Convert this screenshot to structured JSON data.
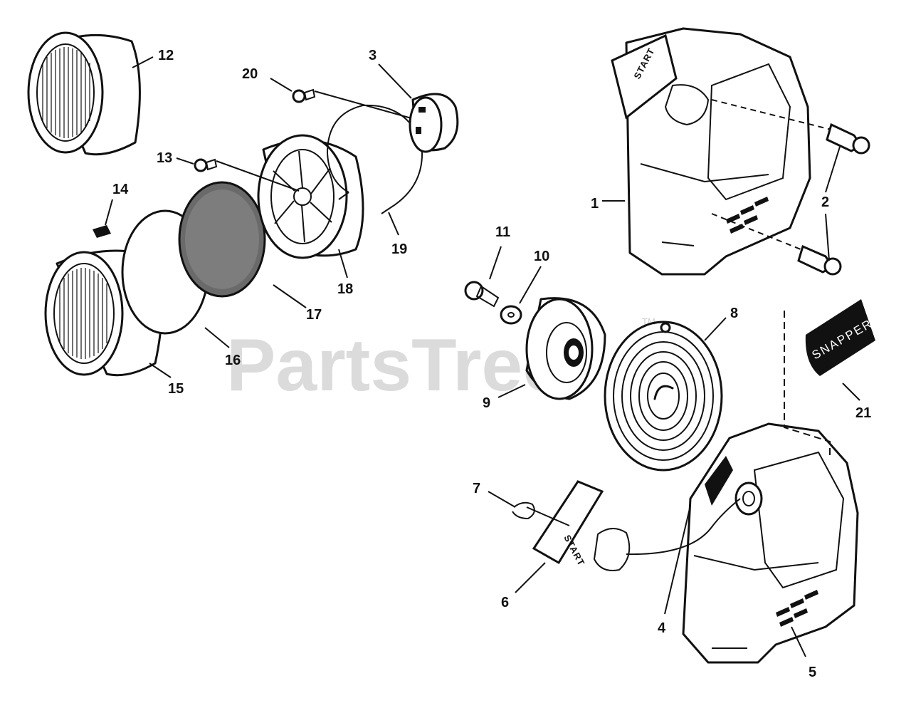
{
  "watermark": {
    "text": "PartsTree",
    "trademark": "TM"
  },
  "decals": {
    "start_text": "START",
    "brand_text": "SNAPPER"
  },
  "callouts": [
    {
      "id": "1",
      "text": "1"
    },
    {
      "id": "2",
      "text": "2"
    },
    {
      "id": "3",
      "text": "3"
    },
    {
      "id": "4",
      "text": "4"
    },
    {
      "id": "5",
      "text": "5"
    },
    {
      "id": "6",
      "text": "6"
    },
    {
      "id": "7",
      "text": "7"
    },
    {
      "id": "8",
      "text": "8"
    },
    {
      "id": "9",
      "text": "9"
    },
    {
      "id": "10",
      "text": "10"
    },
    {
      "id": "11",
      "text": "11"
    },
    {
      "id": "12",
      "text": "12"
    },
    {
      "id": "13",
      "text": "13"
    },
    {
      "id": "14",
      "text": "14"
    },
    {
      "id": "15",
      "text": "15"
    },
    {
      "id": "16",
      "text": "16"
    },
    {
      "id": "17",
      "text": "17"
    },
    {
      "id": "18",
      "text": "18"
    },
    {
      "id": "19",
      "text": "19"
    },
    {
      "id": "20",
      "text": "20"
    },
    {
      "id": "21",
      "text": "21"
    }
  ]
}
